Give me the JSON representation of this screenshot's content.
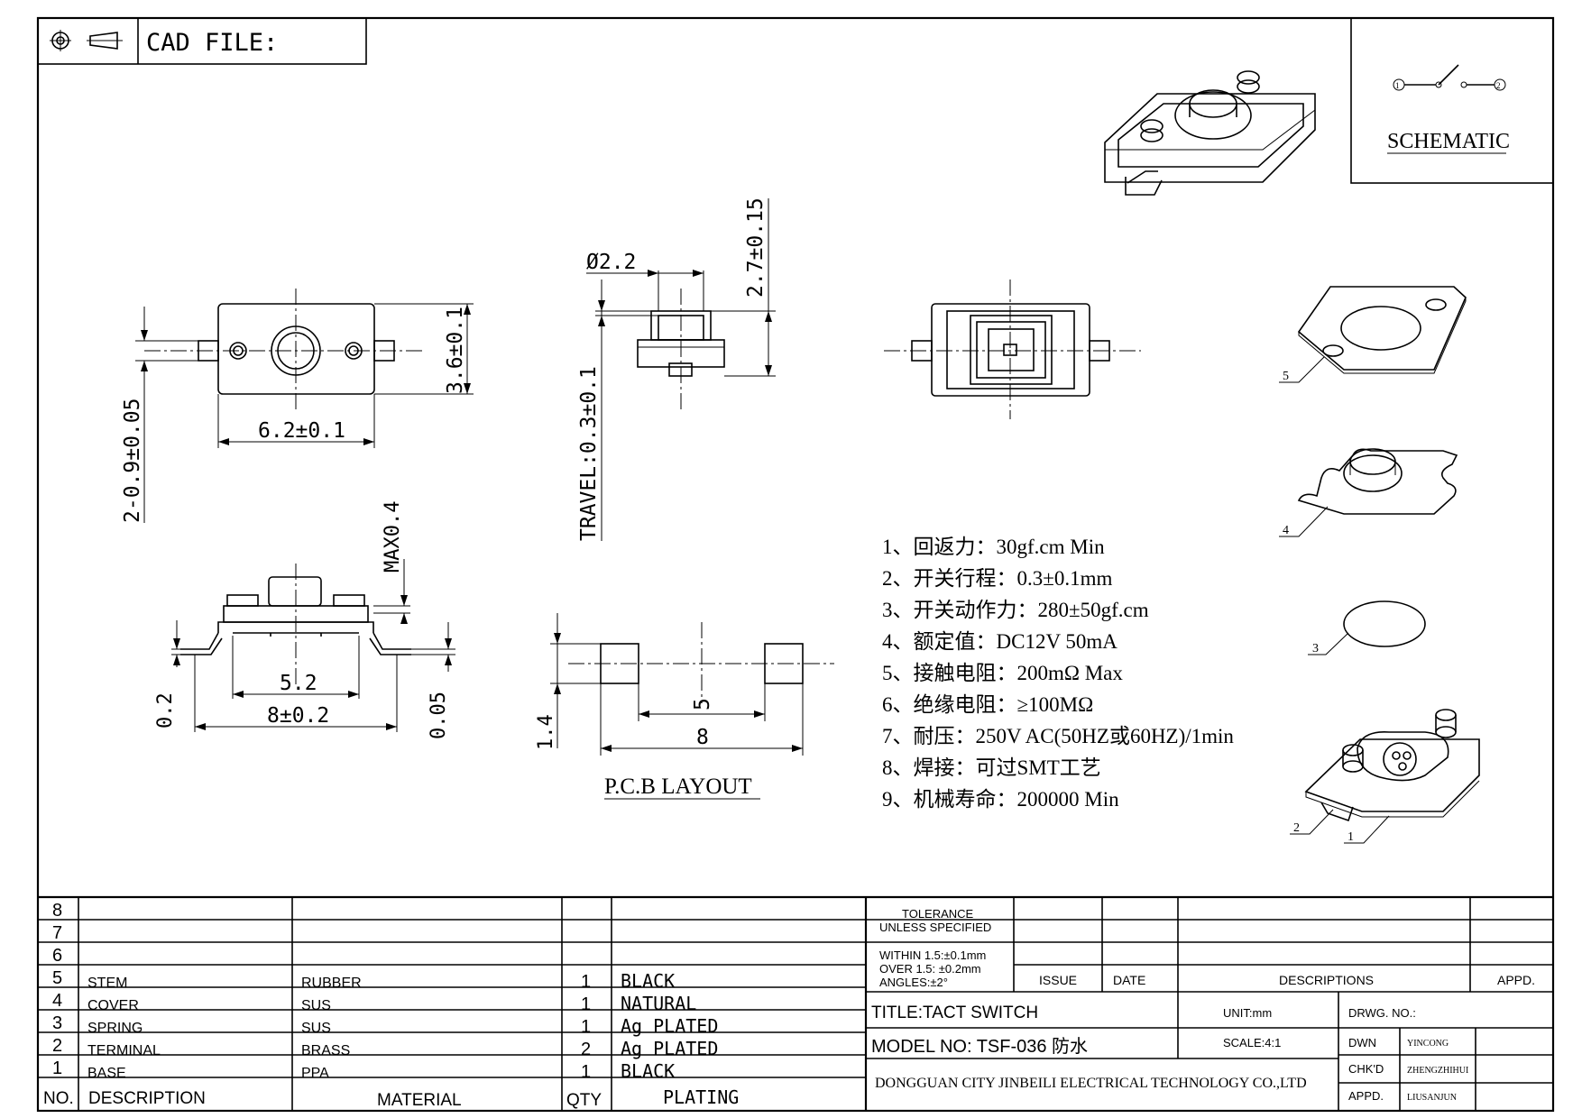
{
  "header": {
    "cad_label": "CAD FILE:"
  },
  "schematic": {
    "label": "SCHEMATIC",
    "pin1": "1",
    "pin2": "2"
  },
  "dims": {
    "width": "6.2±0.1",
    "height": "3.6±0.1",
    "pin": "2-0.9±0.05",
    "dia": "Ø2.2",
    "stem_h": "2.7±0.15",
    "travel": "TRAVEL:0.3±0.1",
    "max": "MAX0.4",
    "d52": "5.2",
    "d8": "8±0.2",
    "d02": "0.2",
    "d005": "0.05",
    "pcb_5": "5",
    "pcb_8": "8",
    "pcb_14": "1.4"
  },
  "pcb_label": "P.C.B LAYOUT",
  "callouts": [
    "5",
    "4",
    "3",
    "2",
    "1"
  ],
  "specs": [
    "1、回返力：30gf.cm  Min",
    "2、开关行程：0.3±0.1mm",
    "3、开关动作力：280±50gf.cm",
    "4、额定值：DC12V 50mA",
    "5、接触电阻：200mΩ Max",
    "6、绝缘电阻：≥100MΩ",
    "7、耐压：250V AC(50HZ或60HZ)/1min",
    "8、焊接：可过SMT工艺",
    "9、机械寿命：200000 Min"
  ],
  "bom": {
    "rows": [
      {
        "no": "8",
        "desc": "",
        "material": "",
        "qty": "",
        "plating": ""
      },
      {
        "no": "7",
        "desc": "",
        "material": "",
        "qty": "",
        "plating": ""
      },
      {
        "no": "6",
        "desc": "",
        "material": "",
        "qty": "",
        "plating": ""
      },
      {
        "no": "5",
        "desc": "STEM",
        "material": "RUBBER",
        "qty": "1",
        "plating": "BLACK"
      },
      {
        "no": "4",
        "desc": "COVER",
        "material": "SUS",
        "qty": "1",
        "plating": "NATURAL"
      },
      {
        "no": "3",
        "desc": "SPRING",
        "material": "SUS",
        "qty": "1",
        "plating": "Ag PLATED"
      },
      {
        "no": "2",
        "desc": "TERMINAL",
        "material": "BRASS",
        "qty": "2",
        "plating": "Ag PLATED"
      },
      {
        "no": "1",
        "desc": "BASE",
        "material": "PPA",
        "qty": "1",
        "plating": "BLACK"
      }
    ],
    "headers": {
      "no": "NO.",
      "desc": "DESCRIPTION",
      "material": "MATERIAL",
      "qty": "QTY",
      "plating": "PLATING"
    }
  },
  "title_block": {
    "tol1": "TOLERANCE",
    "tol2": "UNLESS SPECIFIED",
    "tol3": "WITHIN 1.5:±0.1mm",
    "tol4": "OVER 1.5:  ±0.2mm",
    "tol5": "ANGLES:±2°",
    "issue": "ISSUE",
    "date": "DATE",
    "descriptions": "DESCRIPTIONS",
    "appd_col": "APPD.",
    "title": "TITLE:TACT  SWITCH",
    "unit": "UNIT:mm",
    "drwg": "DRWG. NO.:",
    "model": "MODEL NO: TSF-036 防水",
    "scale": "SCALE:4:1",
    "dwn": "DWN",
    "dwn_name": "YINCONG",
    "chkd": "CHK'D",
    "chkd_name": "ZHENGZHIHUI",
    "appd": "APPD.",
    "appd_name": "LIUSANJUN",
    "company": "DONGGUAN CITY JINBEILI ELECTRICAL TECHNOLOGY CO.,LTD"
  }
}
